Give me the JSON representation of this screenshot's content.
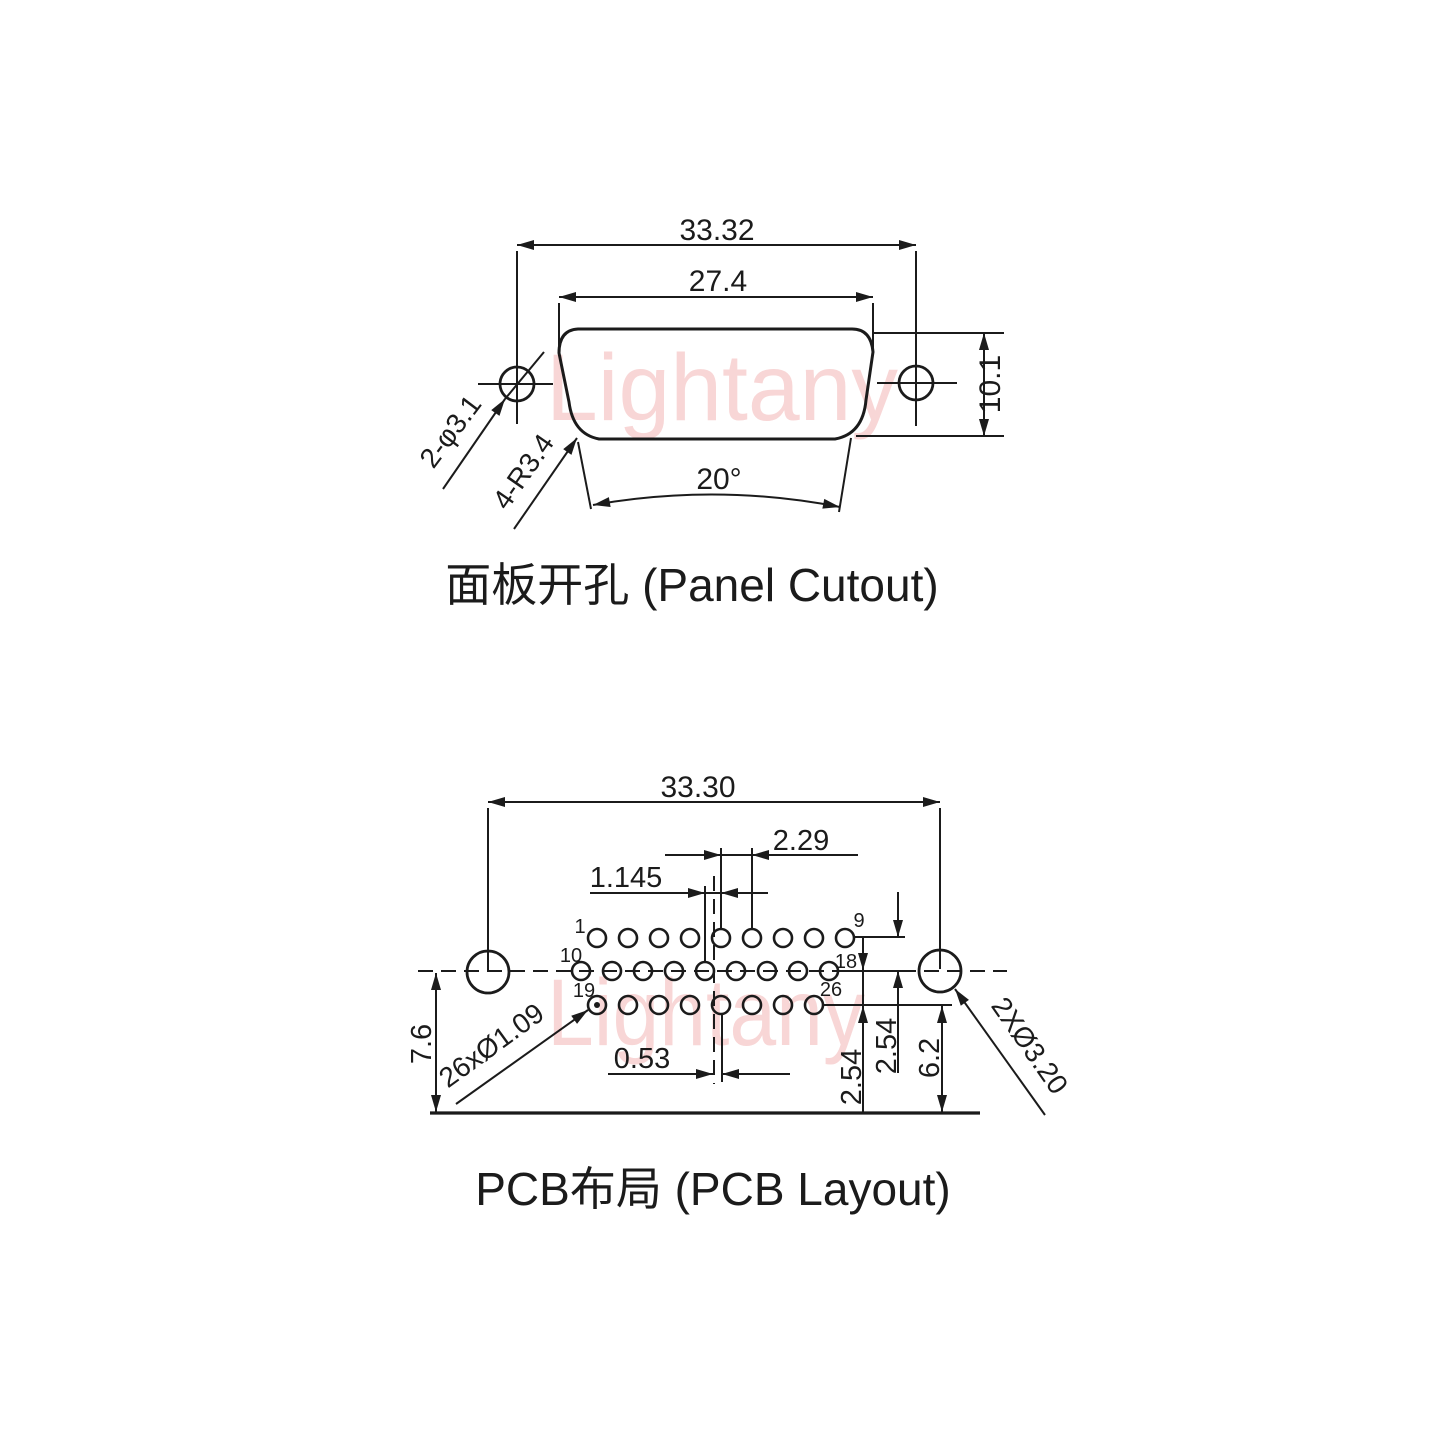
{
  "watermark": {
    "text": "Lightany",
    "color": "#f8d6d6"
  },
  "panel_cutout": {
    "title": "面板开孔 (Panel Cutout)",
    "dim_overall_width": "33.32",
    "dim_opening_width": "27.4",
    "dim_opening_height": "10.1",
    "label_mount_holes": "2-φ3.1",
    "label_corner_radius": "4-R3.4",
    "label_side_angle": "20°"
  },
  "pcb_layout": {
    "title": "PCB布局 (PCB Layout)",
    "dim_overall_width": "33.30",
    "dim_pin_pitch": "2.29",
    "dim_half_pitch": "1.145",
    "dim_center_offset": "0.53",
    "dim_row_spacing_left": "2.54",
    "dim_row_spacing_right": "2.54",
    "dim_bottom_margin": "6.2",
    "dim_left_height": "7.6",
    "label_pin_holes": "26xØ1.09",
    "label_mount_holes": "2XØ3.20",
    "pin_numbers": {
      "top_first": "1",
      "top_last": "9",
      "mid_first": "10",
      "mid_last": "18",
      "bot_first": "19",
      "bot_last": "26"
    }
  }
}
